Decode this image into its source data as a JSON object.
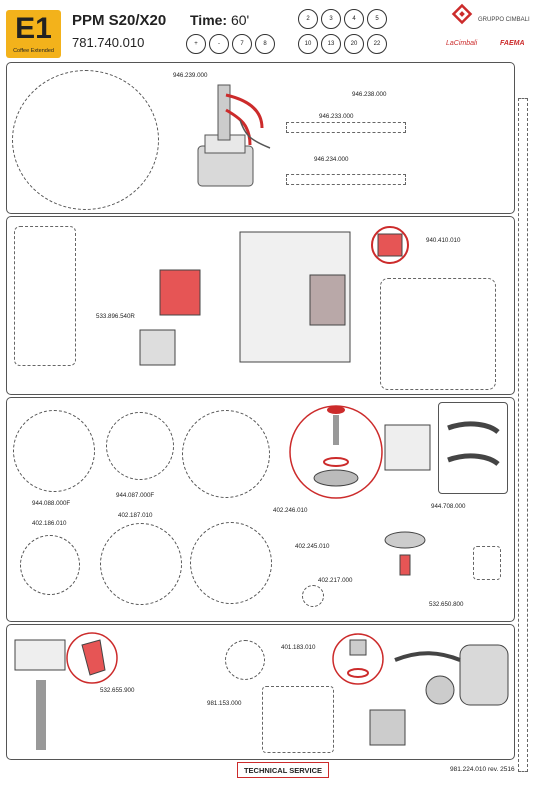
{
  "header": {
    "code": "E1",
    "code_sub": "Coffee Extended",
    "model": "PPM S20/X20",
    "part_number": "781.740.010",
    "time_label": "Time:",
    "time_value": "60'",
    "tools_top": [
      "2",
      "3",
      "4",
      "5"
    ],
    "tools_bottom": [
      "+",
      "-",
      "7",
      "8",
      "10",
      "13",
      "20",
      "22"
    ],
    "brand_group": "GRUPPO CIMBALI",
    "brand_cimbali": "LaCimbali",
    "brand_faema": "FAEMA",
    "accent": "#f3b21b",
    "red": "#cc2b2b"
  },
  "panel1": {
    "labels": [
      "946.239.000",
      "946.238.000",
      "946.233.000",
      "946.234.000"
    ]
  },
  "panel2": {
    "labels": [
      "533.896.540R",
      "940.410.010"
    ]
  },
  "panel3": {
    "labels": [
      "944.088.000F",
      "944.087.000F",
      "402.246.010",
      "402.186.010",
      "402.187.010",
      "402.245.010",
      "402.217.000",
      "944.708.000",
      "532.650.800"
    ]
  },
  "panel4": {
    "labels": [
      "532.655.900",
      "401.183.010",
      "981.153.000"
    ]
  },
  "footer": {
    "technical_service": "TECHNICAL SERVICE",
    "doc_ref": "981.224.010 rev. 2516"
  }
}
